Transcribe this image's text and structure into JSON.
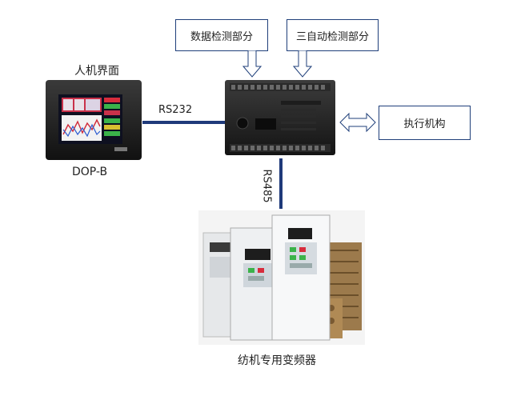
{
  "hmi": {
    "title": "人机界面",
    "model": "DOP-B"
  },
  "callouts": {
    "data_detect": "数据检测部分",
    "auto_detect": "三自动检测部分",
    "actuator": "执行机构"
  },
  "connections": {
    "rs232": "RS232",
    "rs485": "RS485"
  },
  "drive": {
    "caption": "纺机专用变频器"
  },
  "colors": {
    "line": "#1f3a7a",
    "callout_border": "#1f3f7a"
  }
}
